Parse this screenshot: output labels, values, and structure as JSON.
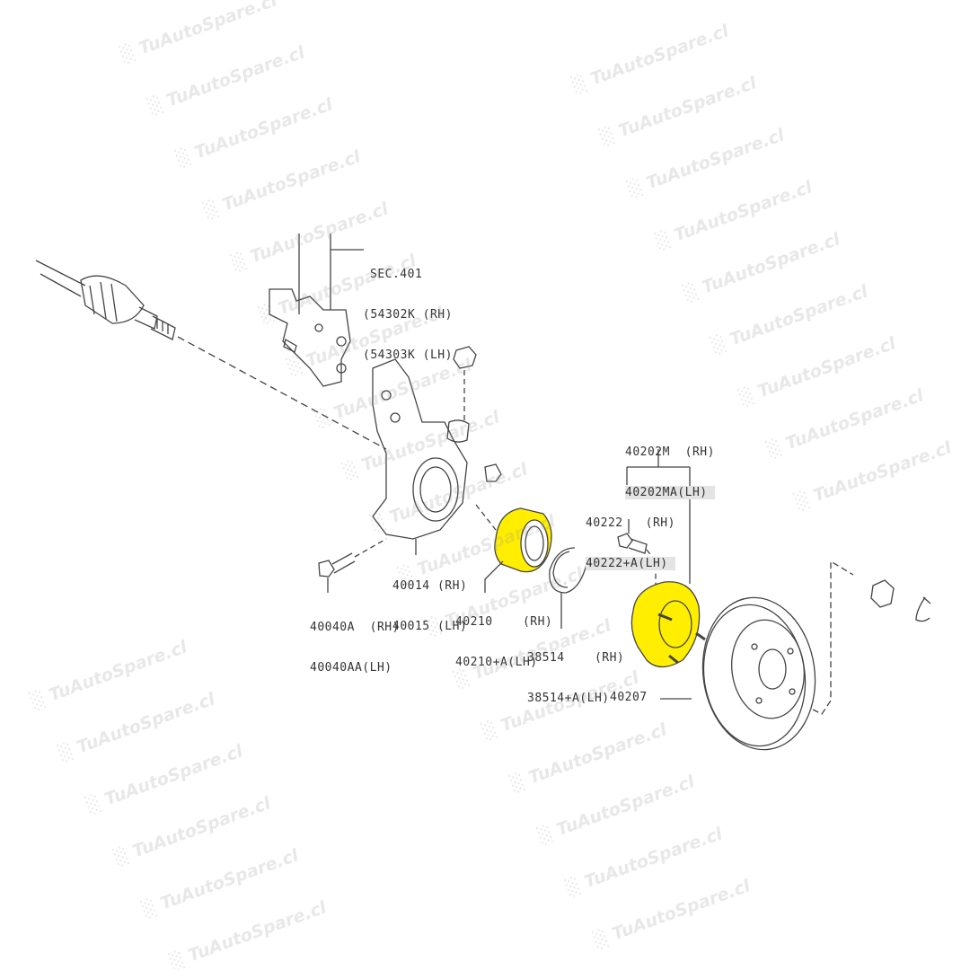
{
  "watermark": "TuAutoSpare.cl",
  "colors": {
    "highlight": "#ffee00",
    "line": "#444444"
  },
  "labels": {
    "strut": [
      "SEC.401",
      "(54302K (RH)",
      "(54303K (LH)"
    ],
    "hub_assembly": [
      "40202M  (RH)",
      "40202MA(LH)"
    ],
    "bolt": [
      "40222   (RH)",
      "40222+A(LH)"
    ],
    "knuckle": [
      "40014 (RH)",
      "40015 (LH)"
    ],
    "knuckle_bolt": [
      "40040A  (RH)",
      "40040AA(LH)"
    ],
    "bearing": [
      "40210    (RH)",
      "40210+A(LH)"
    ],
    "snap_ring": [
      "38514    (RH)",
      "38514+A(LH)"
    ],
    "rotor": "40207"
  }
}
